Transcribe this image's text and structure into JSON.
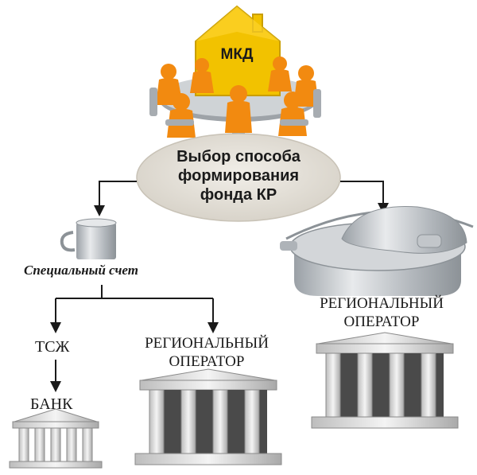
{
  "house": {
    "label": "МКД"
  },
  "center": {
    "line1": "Выбор способа",
    "line2": "формирования",
    "line3": "фонда КР"
  },
  "left_branch": {
    "account_label": "Специальный счет",
    "hoa_label": "ТСЖ",
    "bank_label": "БАНК",
    "operator_line1": "РЕГИОНАЛЬНЫЙ",
    "operator_line2": "ОПЕРАТОР"
  },
  "right_branch": {
    "operator_line1": "РЕГИОНАЛЬНЫЙ",
    "operator_line2": "ОПЕРАТОР"
  },
  "colors": {
    "house": "#f2c200",
    "figures": "#f28a10",
    "oval": "#e4e0d8",
    "building": "#c9c9c9",
    "metal": "#b8bcc0"
  }
}
